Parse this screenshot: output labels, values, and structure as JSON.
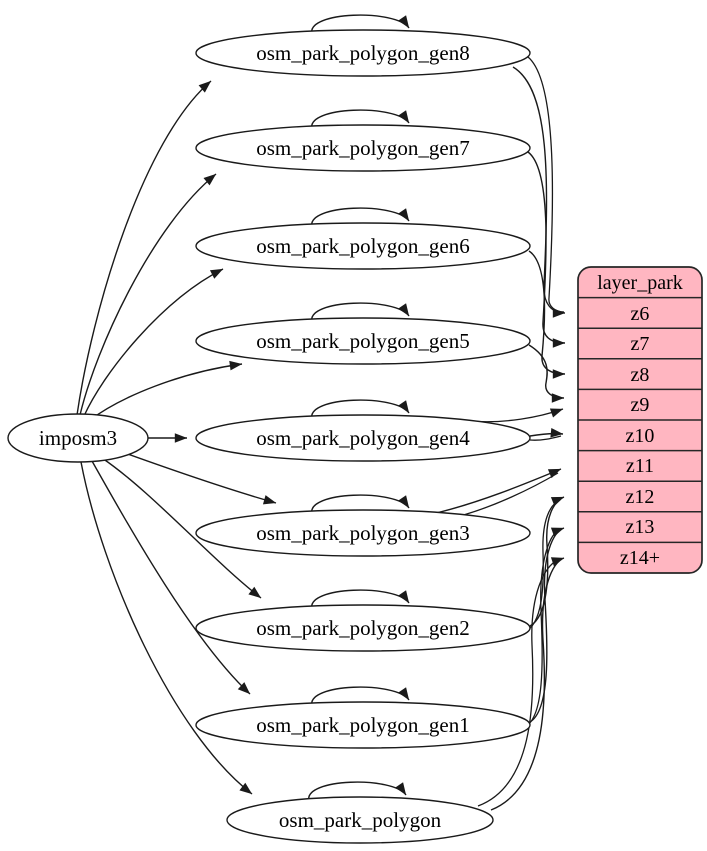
{
  "diagram": {
    "kind": "etl-graph",
    "source": {
      "label": "imposm3"
    },
    "tables": [
      {
        "label": "osm_park_polygon_gen8",
        "self_loop": true,
        "zoom_target": "z6"
      },
      {
        "label": "osm_park_polygon_gen7",
        "self_loop": true,
        "zoom_target": "z7"
      },
      {
        "label": "osm_park_polygon_gen6",
        "self_loop": true,
        "zoom_target": "z8"
      },
      {
        "label": "osm_park_polygon_gen5",
        "self_loop": true,
        "zoom_target": "z9"
      },
      {
        "label": "osm_park_polygon_gen4",
        "self_loop": true,
        "zoom_target": "z10"
      },
      {
        "label": "osm_park_polygon_gen3",
        "self_loop": true,
        "zoom_target": "z11"
      },
      {
        "label": "osm_park_polygon_gen2",
        "self_loop": true,
        "zoom_target": "z12"
      },
      {
        "label": "osm_park_polygon_gen1",
        "self_loop": true,
        "zoom_target": "z13"
      },
      {
        "label": "osm_park_polygon",
        "self_loop": true,
        "zoom_target": "z14+"
      }
    ],
    "layer": {
      "title": "layer_park",
      "rows": [
        "z6",
        "z7",
        "z8",
        "z9",
        "z10",
        "z11",
        "z12",
        "z13",
        "z14+"
      ]
    },
    "colors": {
      "layer_fill": "#ffb6c1",
      "layer_border": "#262626",
      "node_fill": "#ffffff",
      "edge": "#1a1a1a",
      "text": "#000000"
    }
  }
}
